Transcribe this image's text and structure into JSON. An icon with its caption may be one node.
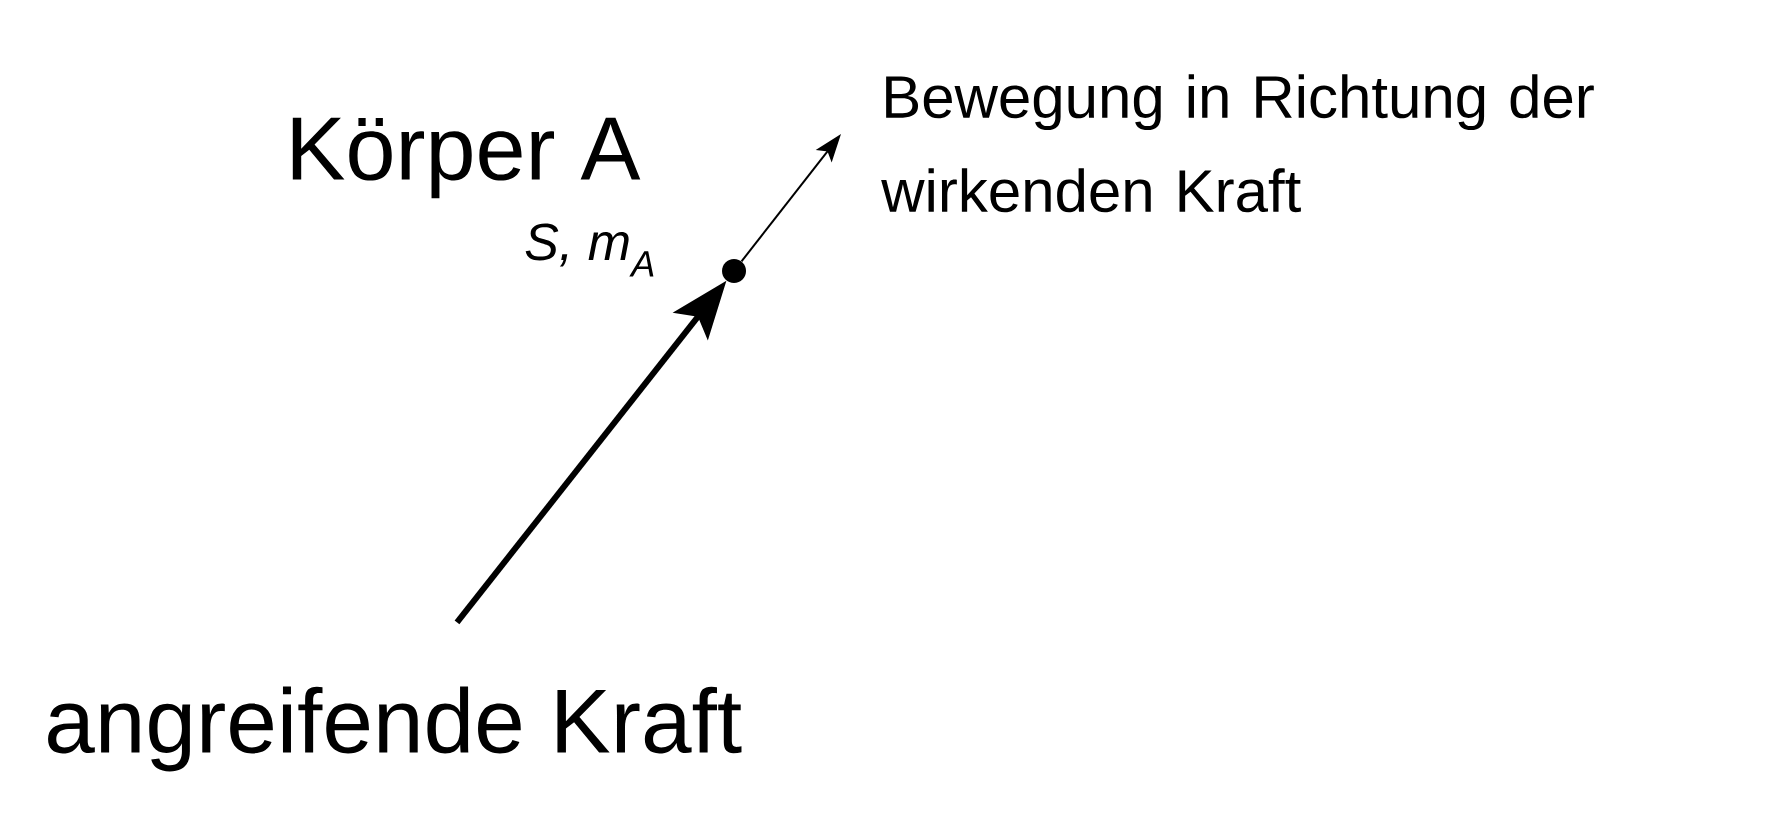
{
  "diagram": {
    "nodes": [
      {
        "text": [],
        "shape": "circle",
        "beside": [
          "Körper A",
          "S, m$_{A}$"
        ]
      },
      {
        "text": [
          "angreifende Kraft"
        ]
      },
      {
        "text": [
          "Bewegung in Richtung der wirkenden Kraft"
        ]
      }
    ],
    "edges": [
      {
        "from": 1,
        "to": 0,
        "arrow": "to",
        "style": "thick"
      },
      {
        "from": 0,
        "to": 2,
        "arrow": "to"
      }
    ]
  }
}
